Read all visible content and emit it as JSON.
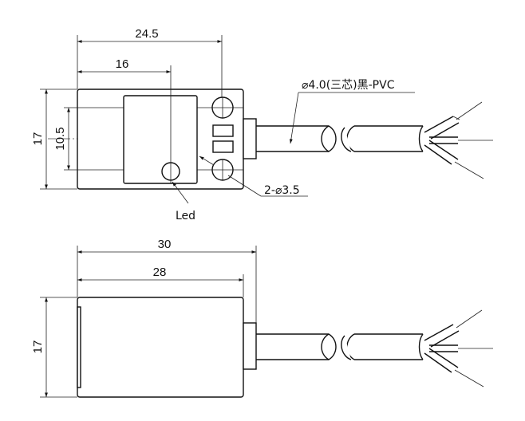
{
  "top_view": {
    "dims": {
      "overall_length": "24.5",
      "led_offset": "16",
      "height": "17",
      "hole_spacing": "10.5"
    },
    "labels": {
      "cable": "⌀4.0(三芯)黑-PVC",
      "holes": "2-⌀3.5",
      "led": "Led"
    }
  },
  "side_view": {
    "dims": {
      "overall_length": "30",
      "body_length": "28",
      "height": "17"
    }
  }
}
